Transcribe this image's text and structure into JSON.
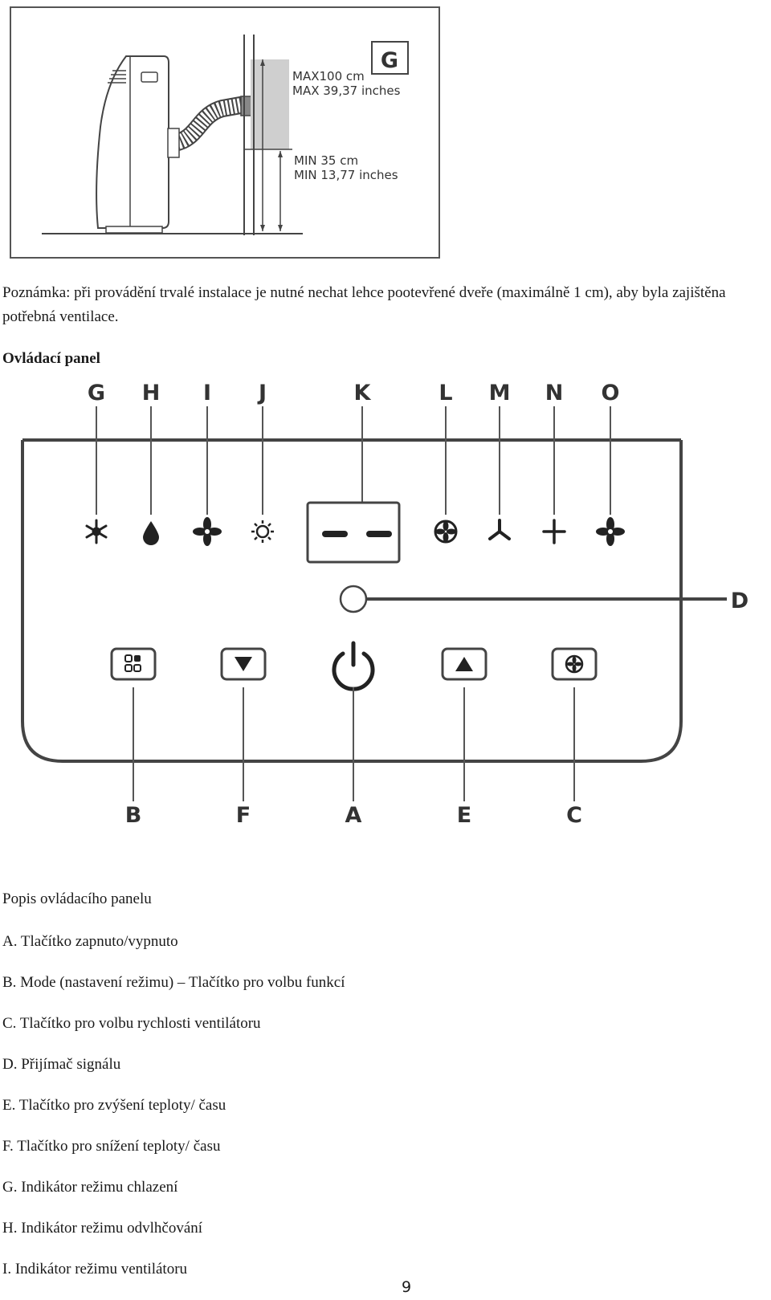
{
  "figure1": {
    "badge": "G",
    "max_cm": "MAX100 cm",
    "max_in": "MAX 39,37 inches",
    "min_cm": "MIN  35  cm",
    "min_in": "MIN  13,77  inches"
  },
  "note": "Poznámka: při provádění trvalé instalace je nutné nechat lehce pootevřené dveře (maximálně 1 cm), aby byla zajištěna potřebná ventilace.",
  "panel_heading": "Ovládací panel",
  "figure2": {
    "top_labels": [
      "G",
      "H",
      "I",
      "J",
      "K",
      "L",
      "M",
      "N",
      "O"
    ],
    "bottom_labels": [
      "B",
      "F",
      "A",
      "E",
      "C"
    ],
    "side_label": "D",
    "icons": [
      "snowflake-icon",
      "droplet-icon",
      "fan-icon",
      "sun-icon",
      "fan-speed-high-icon",
      "fan-low-icon",
      "fan-medium-icon",
      "fan-high-icon"
    ]
  },
  "description_title": "Popis ovládacího panelu",
  "items": [
    "A. Tlačítko zapnuto/vypnuto",
    "B. Mode (nastavení režimu) – Tlačítko pro volbu funkcí",
    "C. Tlačítko pro volbu rychlosti ventilátoru",
    "D. Přijímač signálu",
    "E. Tlačítko pro zvýšení teploty/ času",
    "F. Tlačítko pro snížení teploty/ času",
    "G. Indikátor režimu chlazení",
    "H. Indikátor režimu odvlhčování",
    "I. Indikátor režimu ventilátoru"
  ],
  "page_number": "9"
}
